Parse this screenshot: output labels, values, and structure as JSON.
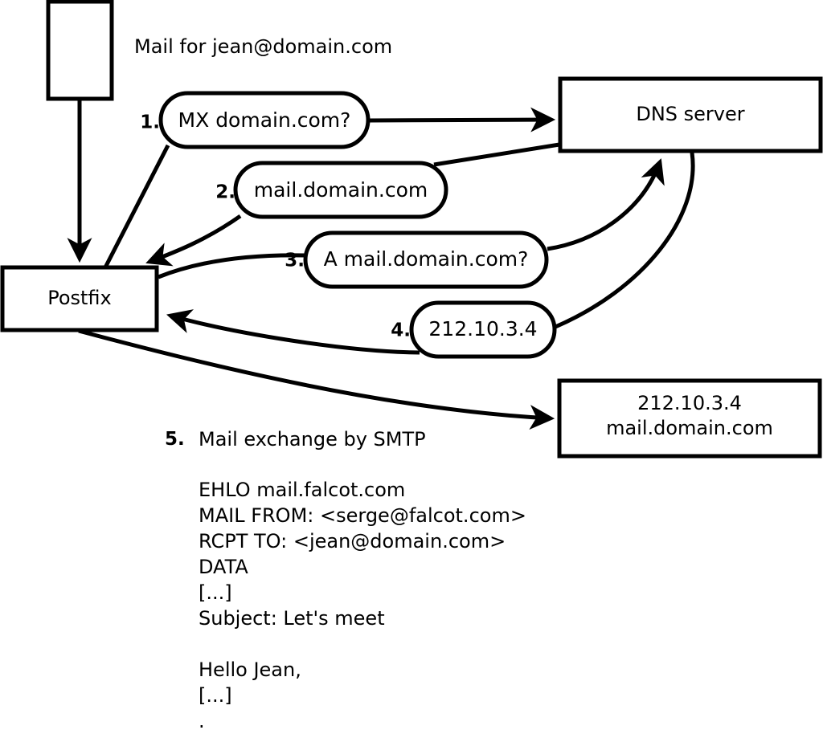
{
  "diagram": {
    "title_caption": "Mail for jean@domain.com",
    "nodes": [
      {
        "id": "client",
        "label": ""
      },
      {
        "id": "postfix",
        "label": "Postfix"
      },
      {
        "id": "dns",
        "label": "DNS server"
      },
      {
        "id": "target",
        "line1": "212.10.3.4",
        "line2": "mail.domain.com"
      }
    ],
    "steps": [
      {
        "num": "1.",
        "label": "MX domain.com?"
      },
      {
        "num": "2.",
        "label": "mail.domain.com"
      },
      {
        "num": "3.",
        "label": "A mail.domain.com?"
      },
      {
        "num": "4.",
        "label": "212.10.3.4"
      },
      {
        "num": "5.",
        "label": "Mail exchange by SMTP"
      }
    ],
    "transcript": "EHLO mail.falcot.com\nMAIL FROM: <serge@falcot.com>\nRCPT TO: <jean@domain.com>\nDATA\n[...]\nSubject: Let's meet\n\nHello Jean,\n[...]\n.",
    "colors": {
      "stroke": "#000000",
      "fill": "#ffffff",
      "text": "#000000"
    }
  }
}
